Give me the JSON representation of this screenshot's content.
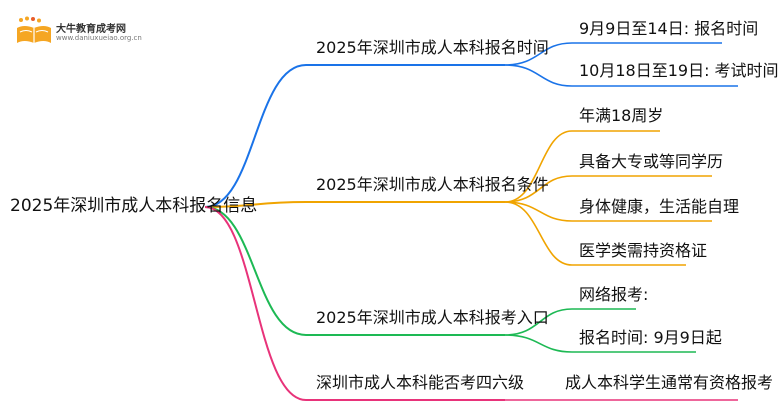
{
  "logo": {
    "name": "大牛教育成考网",
    "url": "www.daniuxueiao.org.cn"
  },
  "root": "2025年深圳市成人本科报名信息",
  "branches": [
    {
      "label": "2025年深圳市成人本科报名时间",
      "color": "#1a73e8",
      "leaves": [
        "9月9日至14日: 报名时间",
        "10月18日至19日: 考试时间"
      ]
    },
    {
      "label": "2025年深圳市成人本科报名条件",
      "color": "#f0a400",
      "leaves": [
        "年满18周岁",
        "具备大专或等同学历",
        "身体健康，生活能自理",
        "医学类需持资格证"
      ]
    },
    {
      "label": "2025年深圳市成人本科报考入口",
      "color": "#1db954",
      "leaves": [
        "网络报考:",
        "报名时间: 9月9日起"
      ]
    },
    {
      "label": "深圳市成人本科能否考四六级",
      "color": "#e8337a",
      "leaves": [
        "成人本科学生通常有资格报考"
      ]
    }
  ]
}
